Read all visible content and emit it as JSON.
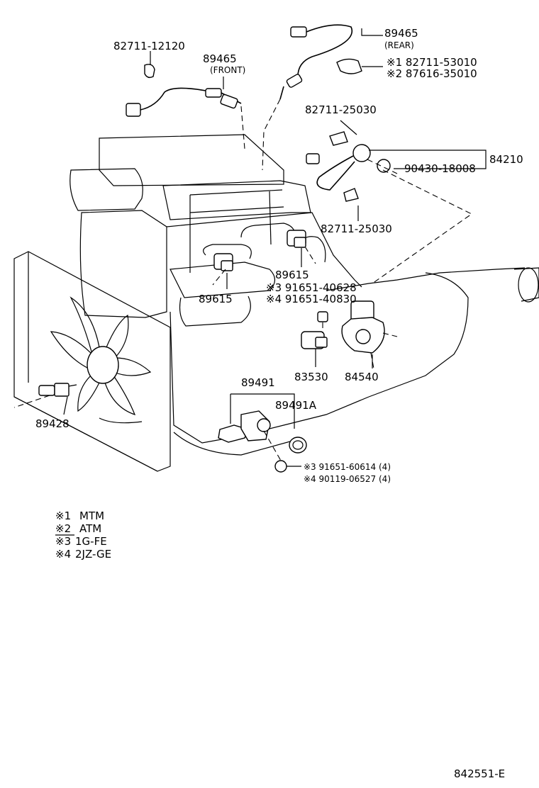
{
  "labels": {
    "p_82711_12120": "82711-12120",
    "p_89465_front": "89465",
    "p_front": "(FRONT)",
    "p_89465_rear": "89465",
    "p_rear": "(REAR)",
    "p_note1_part": "※1  82711-53010",
    "p_note2_part": "※2  87616-35010",
    "p_82711_25030_top": "82711-25030",
    "p_84210": "84210",
    "p_90430": "90430-18008",
    "p_82711_25030_bot": "82711-25030",
    "p_89615_right": "89615",
    "p_89615_left": "89615",
    "p_91651_40628": "※3 91651-40628",
    "p_91651_40830": "※4 91651-40830",
    "p_83530": "83530",
    "p_84540": "84540",
    "p_89491": "89491",
    "p_89491a": "89491A",
    "p_89428": "89428",
    "p_91651_60614": "※3 91651-60614 (4)",
    "p_90119_06527": "※4 90119-06527 (4)"
  },
  "legend": [
    {
      "mark": "※1",
      "text": "MTM"
    },
    {
      "mark": "※2",
      "text": "ATM"
    },
    {
      "mark": "※3",
      "text": "1G-FE"
    },
    {
      "mark": "※4",
      "text": "2JZ-GE"
    }
  ],
  "figure_code": "842551-E"
}
